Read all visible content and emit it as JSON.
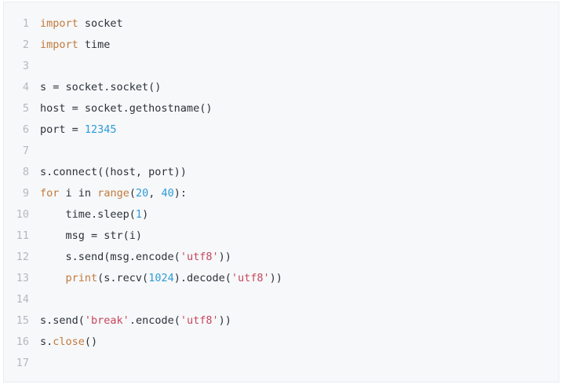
{
  "editor": {
    "colors": {
      "background": "#f6f8fa",
      "line_number": "#b4b9bf",
      "keyword": "#c37a3b",
      "number": "#2f9bd8",
      "string": "#c9465a",
      "text": "#2c3238"
    },
    "lines": [
      {
        "num": "1",
        "tokens": [
          {
            "t": "import",
            "c": "kw"
          },
          {
            "t": " socket",
            "c": "plain"
          }
        ]
      },
      {
        "num": "2",
        "tokens": [
          {
            "t": "import",
            "c": "kw"
          },
          {
            "t": " time",
            "c": "plain"
          }
        ]
      },
      {
        "num": "3",
        "tokens": []
      },
      {
        "num": "4",
        "tokens": [
          {
            "t": "s = socket.socket()",
            "c": "plain"
          }
        ]
      },
      {
        "num": "5",
        "tokens": [
          {
            "t": "host = socket.gethostname()",
            "c": "plain"
          }
        ]
      },
      {
        "num": "6",
        "tokens": [
          {
            "t": "port = ",
            "c": "plain"
          },
          {
            "t": "12345",
            "c": "num"
          }
        ]
      },
      {
        "num": "7",
        "tokens": []
      },
      {
        "num": "8",
        "tokens": [
          {
            "t": "s.connect((host, port))",
            "c": "plain"
          }
        ]
      },
      {
        "num": "9",
        "tokens": [
          {
            "t": "for",
            "c": "kw"
          },
          {
            "t": " i ",
            "c": "plain"
          },
          {
            "t": "in",
            "c": "plain"
          },
          {
            "t": " ",
            "c": "plain"
          },
          {
            "t": "range",
            "c": "kw"
          },
          {
            "t": "(",
            "c": "plain"
          },
          {
            "t": "20",
            "c": "num"
          },
          {
            "t": ", ",
            "c": "plain"
          },
          {
            "t": "40",
            "c": "num"
          },
          {
            "t": "):",
            "c": "plain"
          }
        ]
      },
      {
        "num": "10",
        "tokens": [
          {
            "t": "    time.sleep(",
            "c": "plain"
          },
          {
            "t": "1",
            "c": "num"
          },
          {
            "t": ")",
            "c": "plain"
          }
        ]
      },
      {
        "num": "11",
        "tokens": [
          {
            "t": "    msg = str(i)",
            "c": "plain"
          }
        ]
      },
      {
        "num": "12",
        "tokens": [
          {
            "t": "    s.send(msg.encode(",
            "c": "plain"
          },
          {
            "t": "'utf8'",
            "c": "str"
          },
          {
            "t": "))",
            "c": "plain"
          }
        ]
      },
      {
        "num": "13",
        "tokens": [
          {
            "t": "    ",
            "c": "plain"
          },
          {
            "t": "print",
            "c": "kw"
          },
          {
            "t": "(s.recv(",
            "c": "plain"
          },
          {
            "t": "1024",
            "c": "num"
          },
          {
            "t": ").decode(",
            "c": "plain"
          },
          {
            "t": "'utf8'",
            "c": "str"
          },
          {
            "t": "))",
            "c": "plain"
          }
        ]
      },
      {
        "num": "14",
        "tokens": []
      },
      {
        "num": "15",
        "tokens": [
          {
            "t": "s.send(",
            "c": "plain"
          },
          {
            "t": "'break'",
            "c": "str"
          },
          {
            "t": ".encode(",
            "c": "plain"
          },
          {
            "t": "'utf8'",
            "c": "str"
          },
          {
            "t": "))",
            "c": "plain"
          }
        ]
      },
      {
        "num": "16",
        "tokens": [
          {
            "t": "s.",
            "c": "plain"
          },
          {
            "t": "close",
            "c": "kw"
          },
          {
            "t": "()",
            "c": "plain"
          }
        ]
      },
      {
        "num": "17",
        "tokens": []
      }
    ]
  }
}
